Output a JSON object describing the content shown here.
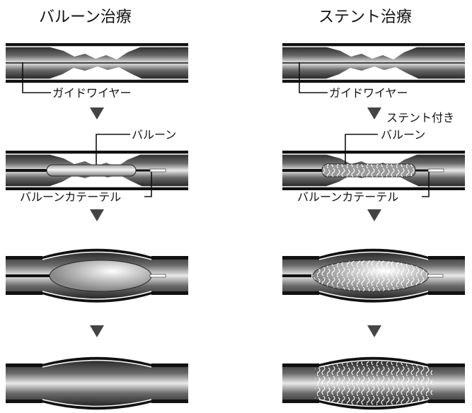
{
  "panels": {
    "left": {
      "title": "バルーン治療",
      "label_guidewire": "ガイドワイヤー",
      "label_balloon": "バルーン",
      "label_catheter": "バルーンカテーテル"
    },
    "right": {
      "title": "ステント治療",
      "label_guidewire": "ガイドワイヤー",
      "label_stent_balloon_line1": "ステント付き",
      "label_stent_balloon_line2": "バルーン",
      "label_catheter": "バルーンカテーテル"
    }
  },
  "colors": {
    "vessel_outer": "#111111",
    "vessel_dark": "#2a2a2a",
    "vessel_highlight": "#f2f2f2",
    "plaque": "#ffffff",
    "arrow": "#444444"
  }
}
